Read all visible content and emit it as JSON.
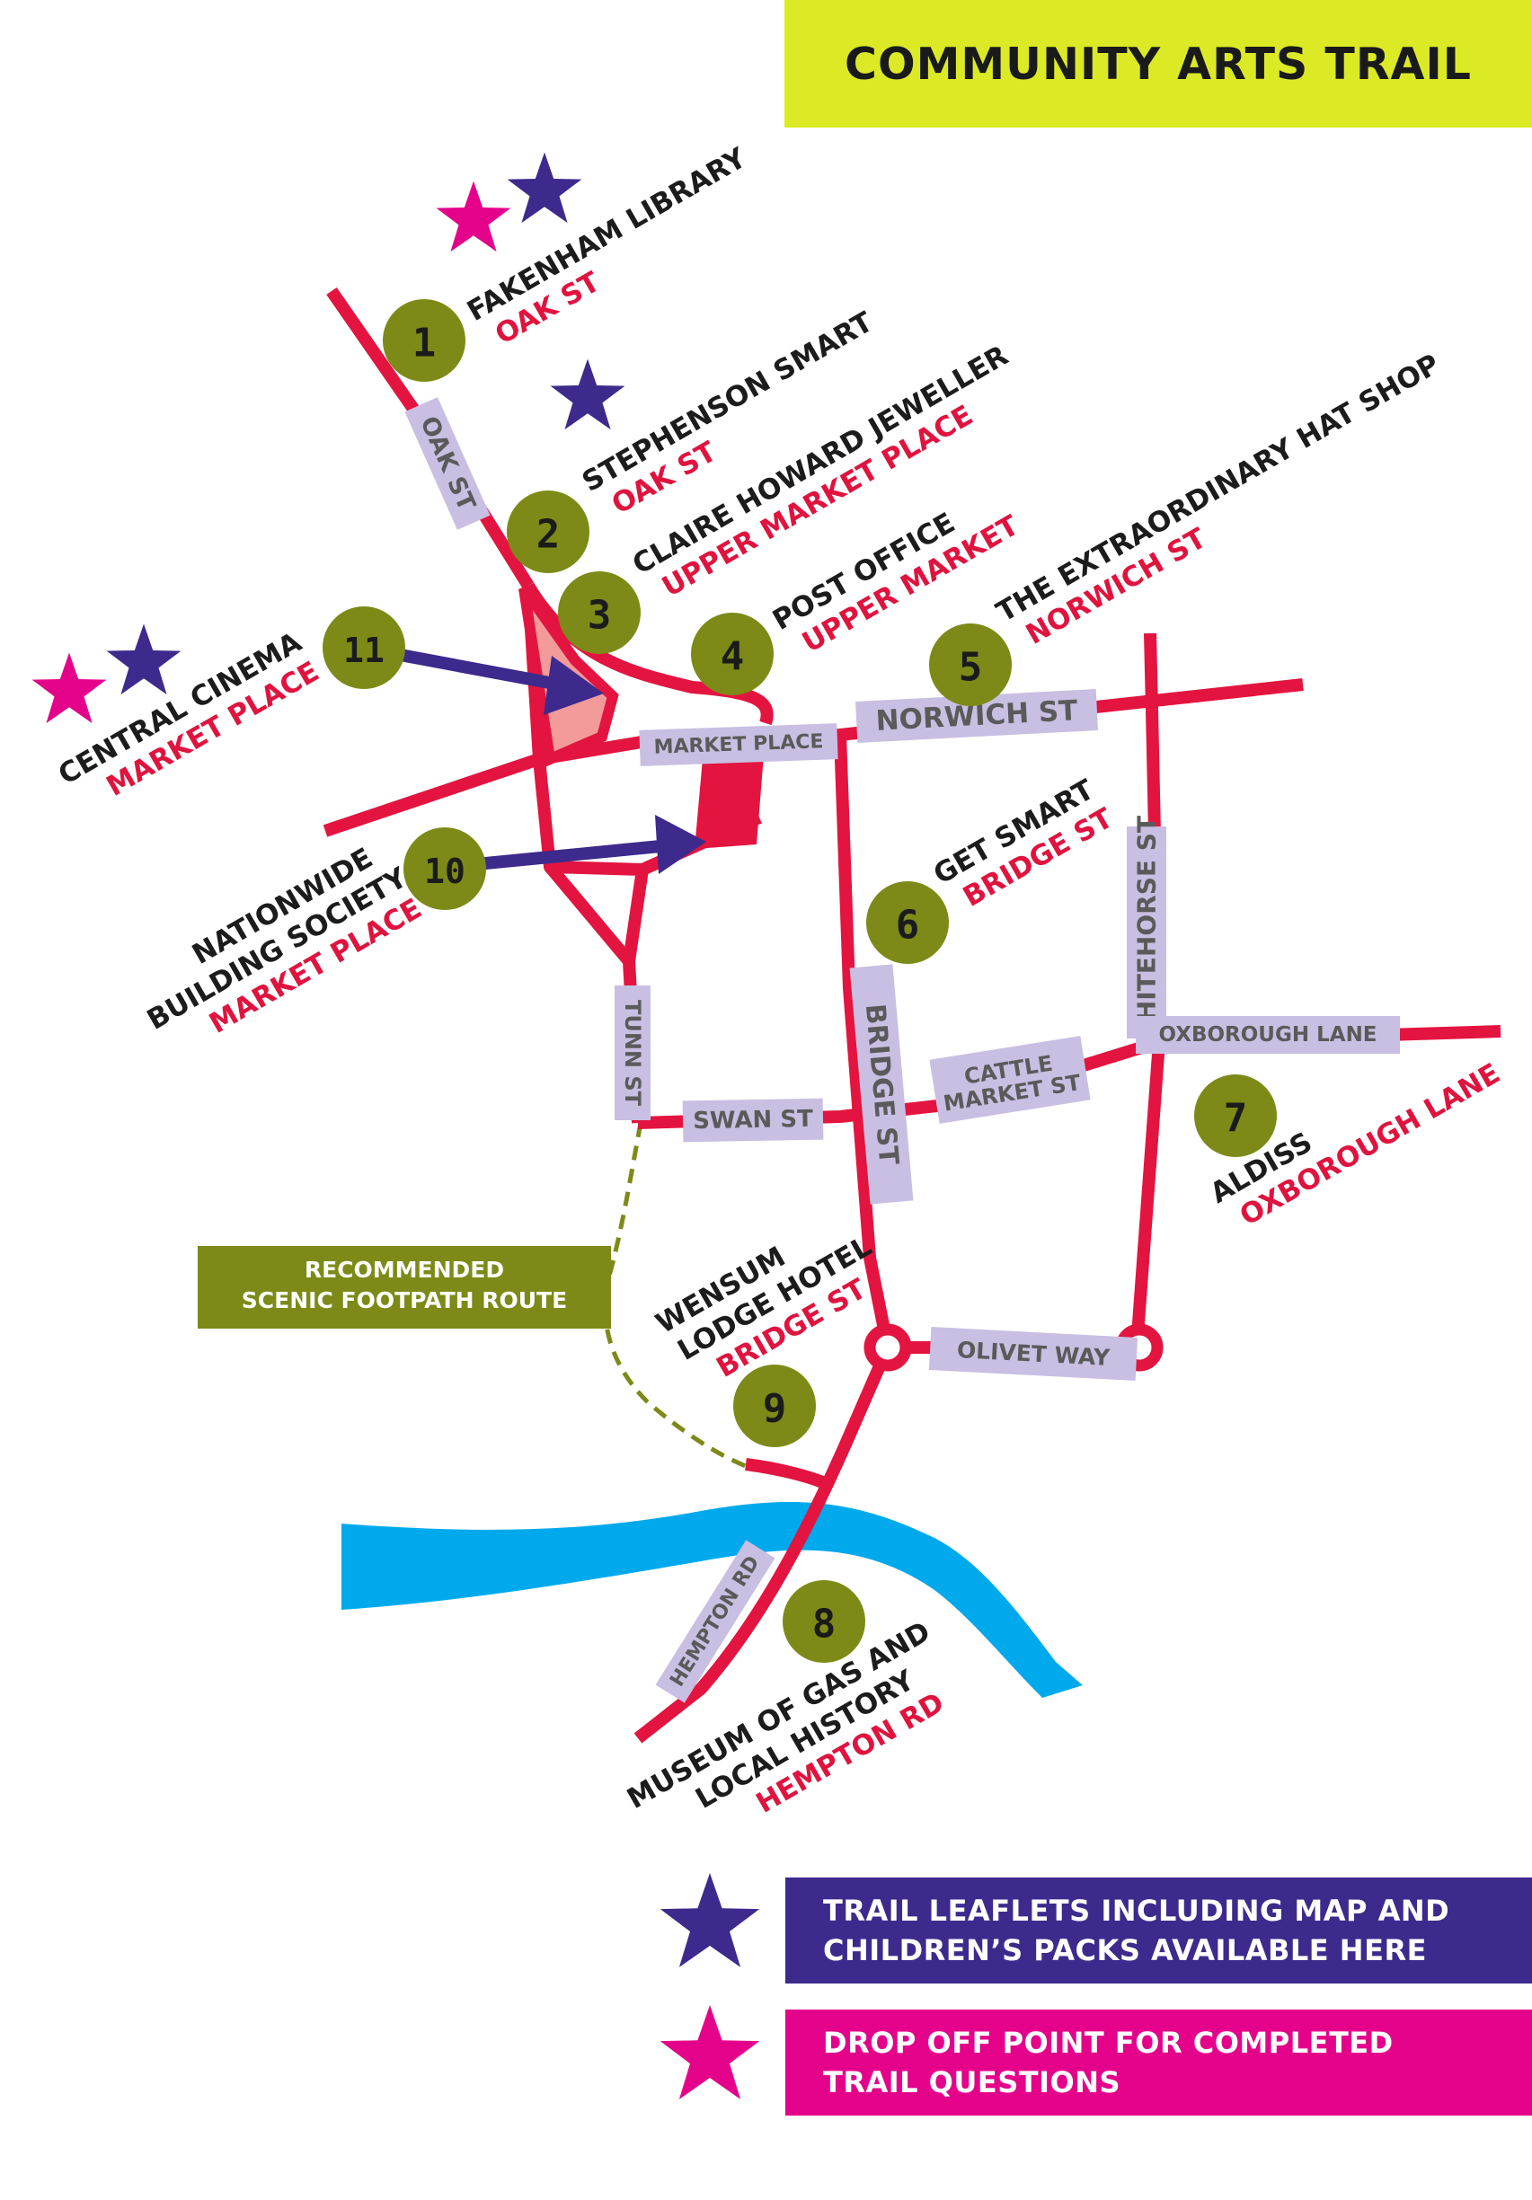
{
  "title": "COMMUNITY ARTS TRAIL",
  "colors": {
    "road": "#e3143f",
    "river": "#00a9ec",
    "street_label_bg": "#c9bfe2",
    "marker": "#7d8a17",
    "leaflet_star": "#3d2a8c",
    "dropoff_star": "#e5028a",
    "title_bg": "#dcea25"
  },
  "streets": {
    "oak_st": "OAK ST",
    "market_place": "MARKET PLACE",
    "norwich_st": "NORWICH ST",
    "whitehorse_st": "WHITEHORSE ST",
    "tunn_st": "TUNN ST",
    "bridge_st": "BRIDGE ST",
    "swan_st": "SWAN ST",
    "cattle_market_st_1": "CATTLE",
    "cattle_market_st_2": "MARKET ST",
    "oxborough_lane": "OXBOROUGH LANE",
    "olivet_way": "OLIVET WAY",
    "hempton_rd": "HEMPTON RD"
  },
  "stops": {
    "s1": {
      "num": "1",
      "name": "FAKENHAM LIBRARY",
      "street": "OAK ST",
      "icon": "leaflet-star-and-dropoff-star"
    },
    "s2": {
      "num": "2",
      "name": "STEPHENSON SMART",
      "street": "OAK ST",
      "icon": "leaflet-star"
    },
    "s3": {
      "num": "3",
      "name": "CLAIRE HOWARD JEWELLER",
      "street": "UPPER MARKET PLACE"
    },
    "s4": {
      "num": "4",
      "name": "POST OFFICE",
      "street": "UPPER MARKET"
    },
    "s5": {
      "num": "5",
      "name": "THE EXTRAORDINARY HAT SHOP",
      "street": "NORWICH ST"
    },
    "s6": {
      "num": "6",
      "name": "GET SMART",
      "street": "BRIDGE ST"
    },
    "s7": {
      "num": "7",
      "name": "ALDISS",
      "street": "OXBOROUGH LANE"
    },
    "s8": {
      "num": "8",
      "name_1": "MUSEUM OF GAS AND",
      "name_2": "LOCAL HISTORY",
      "street": "HEMPTON RD"
    },
    "s9": {
      "num": "9",
      "name_1": "WENSUM",
      "name_2": "LODGE HOTEL",
      "street": "BRIDGE ST"
    },
    "s10": {
      "num": "10",
      "name_1": "NATIONWIDE",
      "name_2": "BUILDING SOCIETY",
      "street": "MARKET PLACE"
    },
    "s11": {
      "num": "11",
      "name": "CENTRAL CINEMA",
      "street": "MARKET PLACE",
      "icon": "dropoff-star-and-leaflet-star"
    }
  },
  "footpath": {
    "line1": "RECOMMENDED",
    "line2": "SCENIC FOOTPATH ROUTE"
  },
  "legend": {
    "leaflets": {
      "line1": "TRAIL LEAFLETS INCLUDING MAP AND",
      "line2": "CHILDREN’S PACKS AVAILABLE HERE"
    },
    "dropoff": {
      "line1": "DROP OFF POINT FOR COMPLETED",
      "line2": "TRAIL QUESTIONS"
    }
  }
}
